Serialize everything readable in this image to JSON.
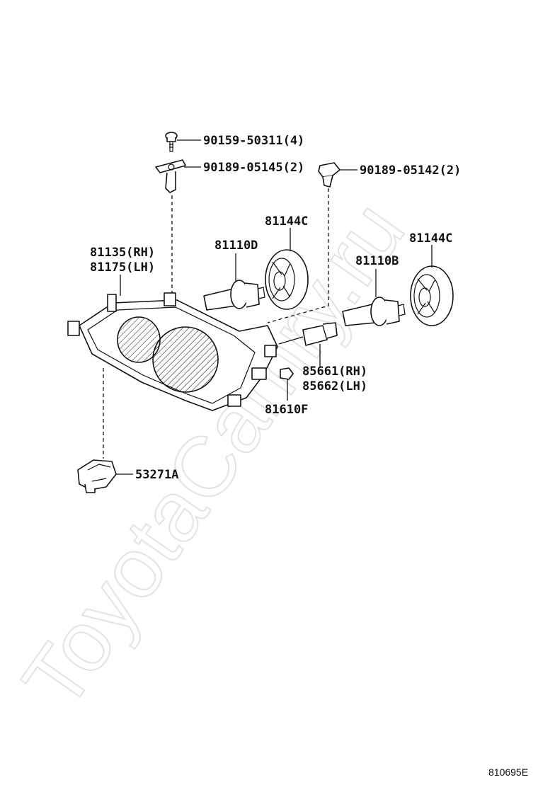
{
  "watermark": "ToyotaCamry.ru",
  "diagram_code": "810695E",
  "parts": {
    "screw": "90159-50311(4)",
    "clip_left": "90189-05145(2)",
    "clip_right": "90189-05142(2)",
    "cover_left": "81144C",
    "cover_right": "81144C",
    "bulb_left": "81110D",
    "bulb_right": "81110B",
    "housing_rh": "81135(RH)",
    "housing_lh": "81175(LH)",
    "socket_rh": "85661(RH)",
    "socket_lh": "85662(LH)",
    "small_bulb": "81610F",
    "bracket": "53271A"
  }
}
